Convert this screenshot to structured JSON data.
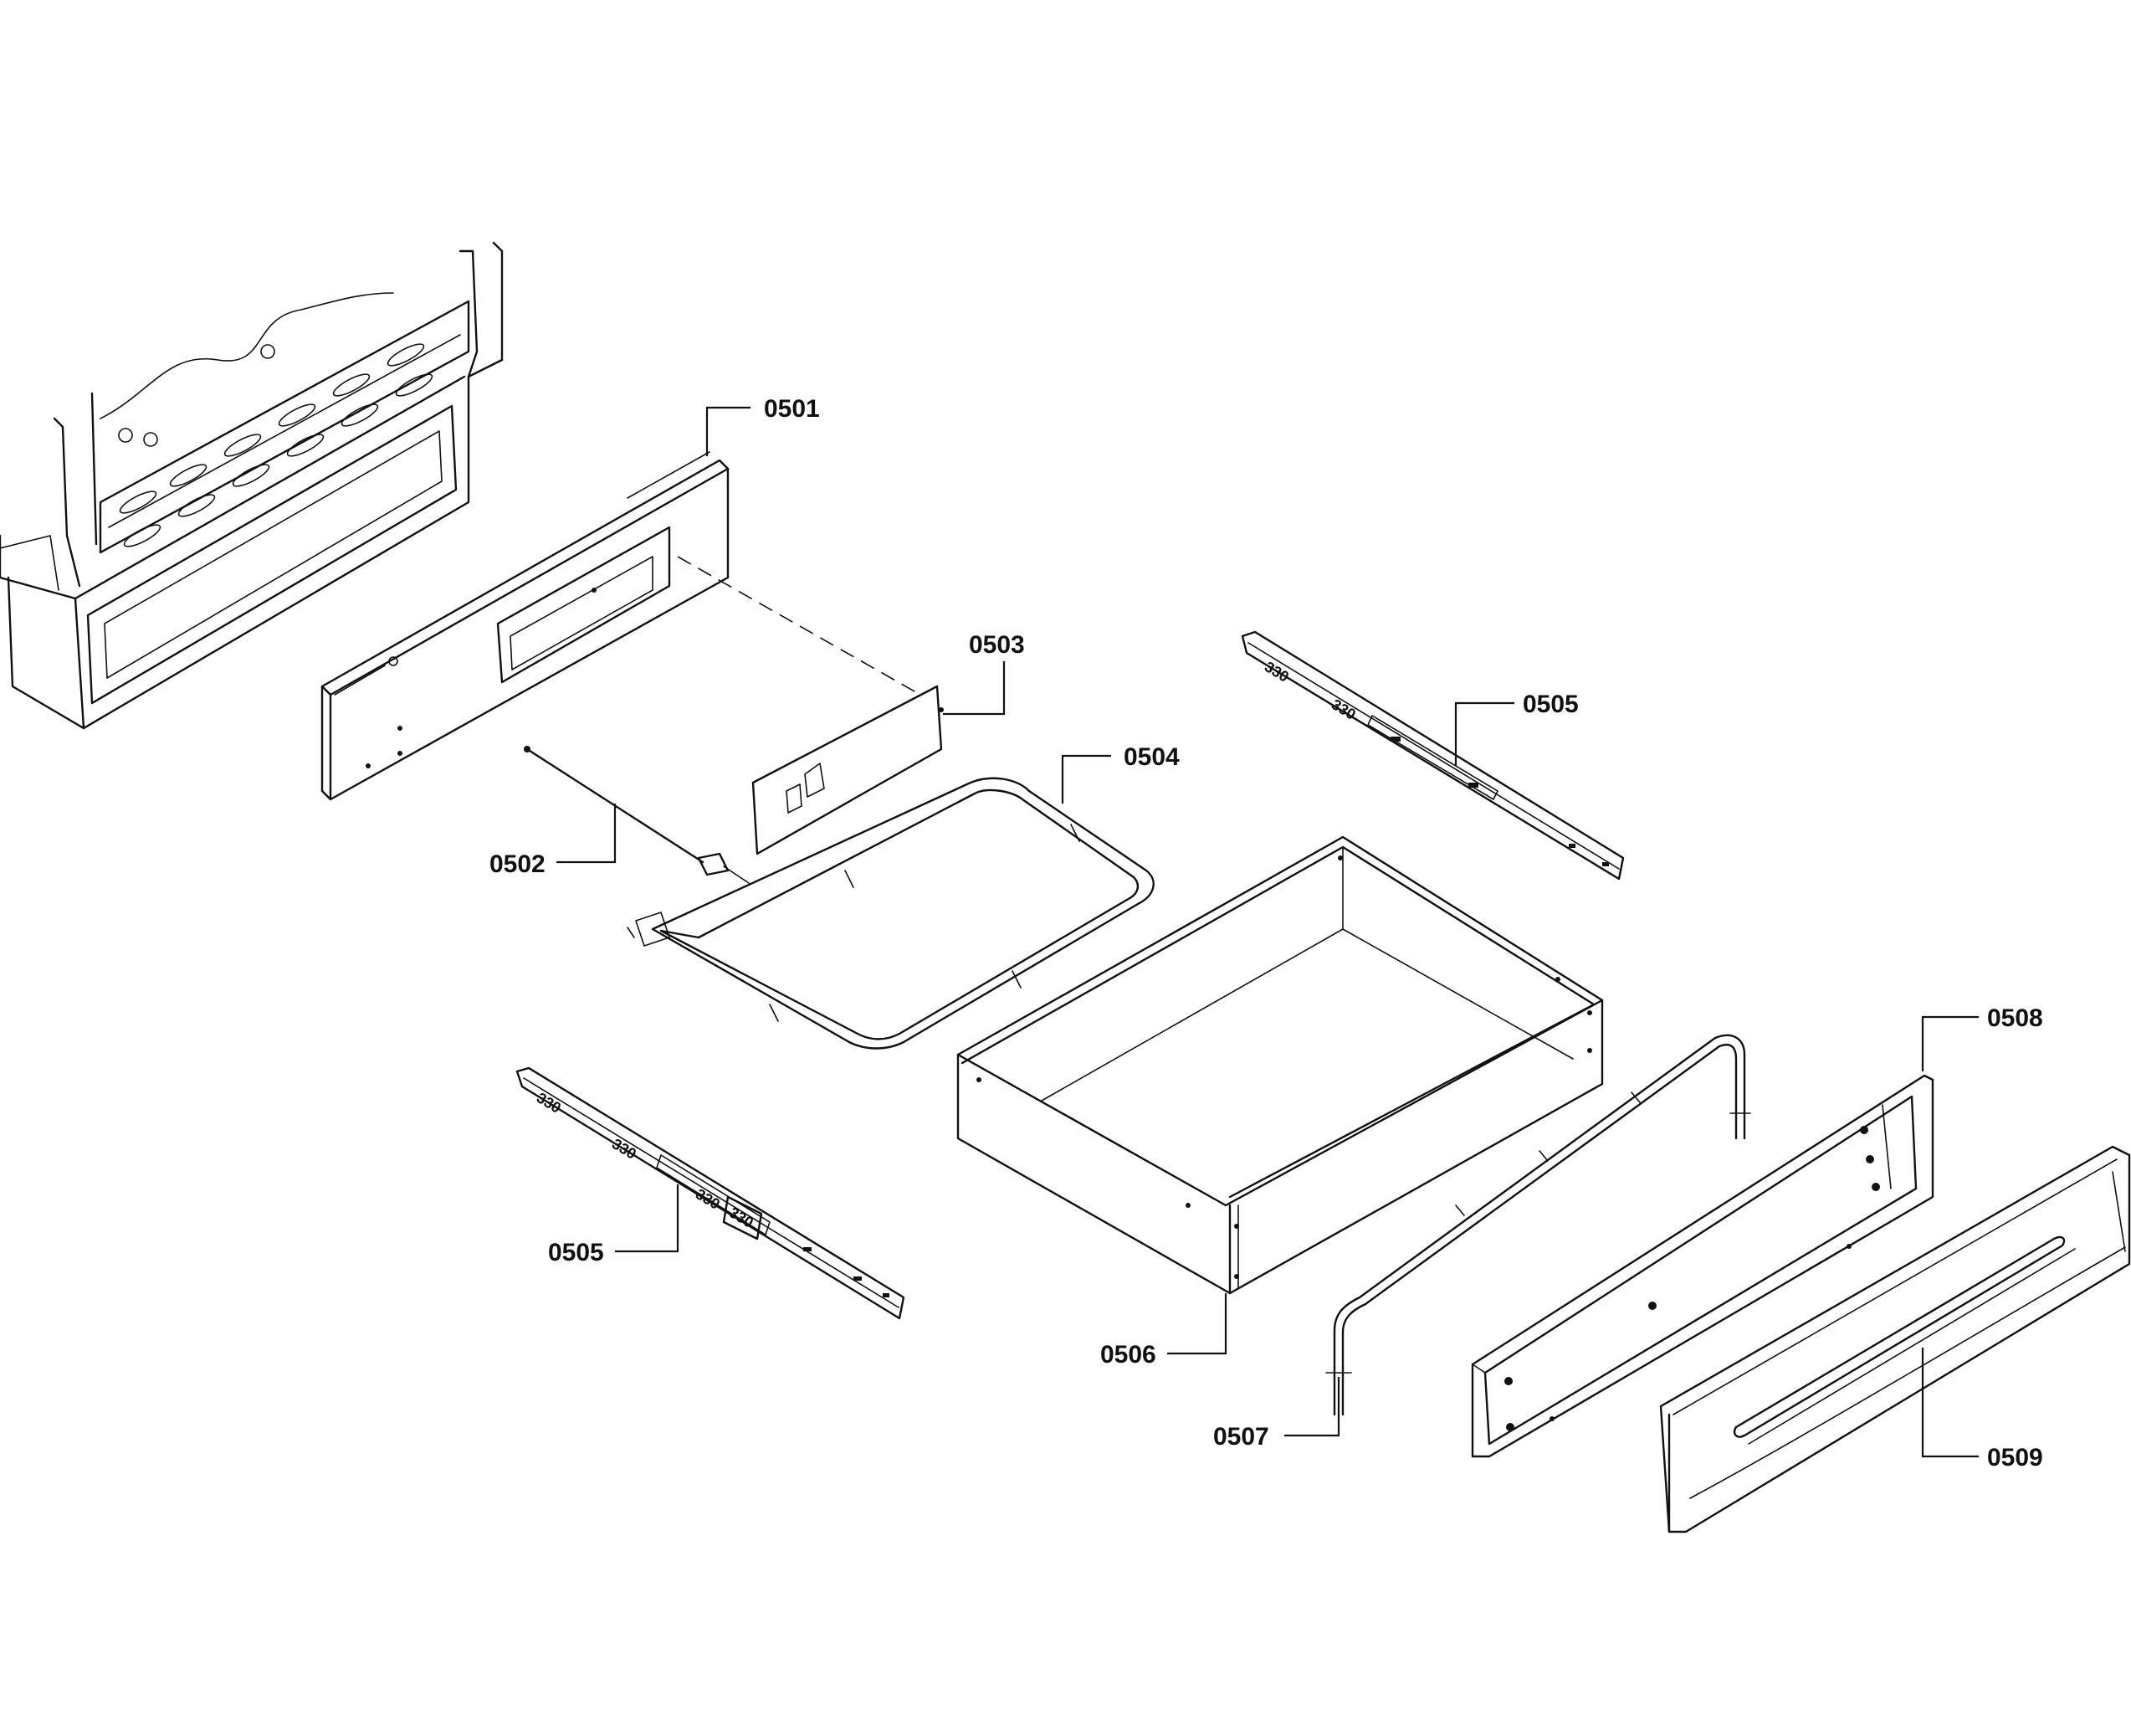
{
  "callouts": [
    {
      "label": "0501"
    },
    {
      "label": "0502"
    },
    {
      "label": "0503"
    },
    {
      "label": "0504"
    },
    {
      "label": "0505"
    },
    {
      "label": "0505"
    },
    {
      "label": "0506"
    },
    {
      "label": "0507"
    },
    {
      "label": "0508"
    },
    {
      "label": "0509"
    }
  ],
  "slide_marking": "330"
}
